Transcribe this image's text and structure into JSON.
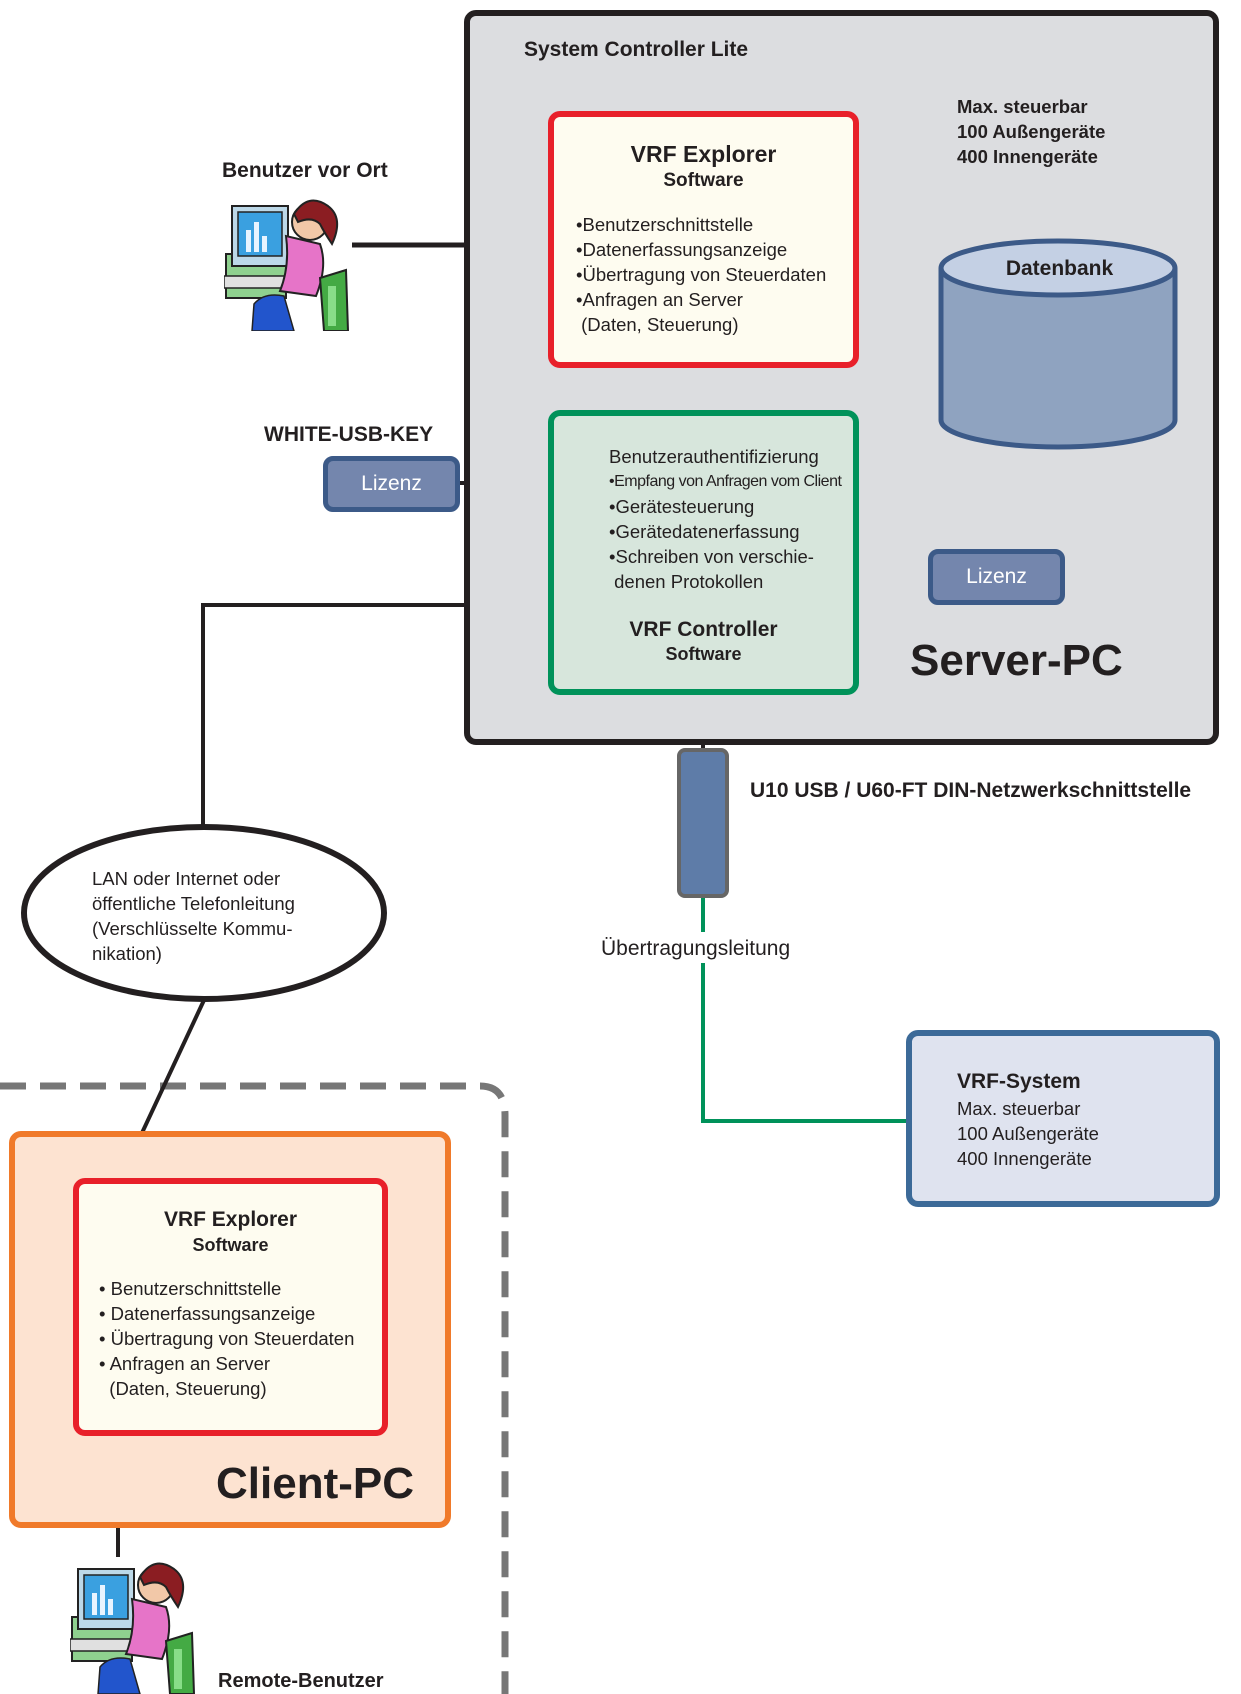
{
  "server_pc": {
    "system_label": "System Controller Lite",
    "max_lines": [
      "Max. steuerbar",
      "100 Außengeräte",
      "400 Innengeräte"
    ],
    "title": "Server-PC"
  },
  "explorer_server": {
    "title": "VRF Explorer",
    "subtitle": "Software",
    "items": [
      "•Benutzerschnittstelle",
      "•Datenerfassungsanzeige",
      "•Übertragung von Steuerdaten",
      "•Anfragen an Server",
      " (Daten, Steuerung)"
    ]
  },
  "database": {
    "label": "Datenbank"
  },
  "controller": {
    "items": [
      "Benutzerauthentifizierung",
      "•Empfang von Anfragen vom Client",
      "•Gerätesteuerung",
      "•Gerätedatenerfassung",
      "•Schreiben von verschie-",
      " denen Protokollen"
    ],
    "title": "VRF Controller",
    "subtitle": "Software"
  },
  "local_user": {
    "label": "Benutzer vor Ort"
  },
  "usb_key": {
    "label": "WHITE-USB-KEY",
    "license": "Lizenz"
  },
  "license_right": {
    "label": "Lizenz"
  },
  "interface": {
    "label": "U10 USB / U60-FT DIN-Netzwerkschnittstelle"
  },
  "transmission": {
    "label": "Übertragungsleitung"
  },
  "network": {
    "lines": [
      "LAN oder Internet oder",
      "öffentliche Telefonleitung",
      "(Verschlüsselte Kommu-",
      "nikation)"
    ]
  },
  "vrf_system": {
    "title": "VRF-System",
    "lines": [
      "Max. steuerbar",
      "100 Außengeräte",
      "400 Innengeräte"
    ]
  },
  "client_pc": {
    "title": "Client-PC",
    "explorer": {
      "title": "VRF Explorer",
      "subtitle": "Software",
      "items": [
        "• Benutzerschnittstelle",
        "• Datenerfassungsanzeige",
        "• Übertragung von Steuerdaten",
        "• Anfragen an Server",
        "  (Daten, Steuerung)"
      ]
    }
  },
  "remote_user": {
    "label": "Remote-Benutzer"
  },
  "colors": {
    "server_bg": "#dcdde0",
    "server_border": "#231f20",
    "explorer_border": "#e8202a",
    "explorer_bg": "#fefcf0",
    "controller_border": "#00925a",
    "controller_bg": "#d7e6dc",
    "db_fill": "#8fa3c0",
    "db_top": "#c4d0e4",
    "db_border": "#3c5a88",
    "license_fill": "#7486ad",
    "license_border": "#3c5a88",
    "interface_fill": "#5e7ca8",
    "green_line": "#00925a",
    "vrf_bg": "#dfe3ef",
    "vrf_border": "#3c6a98",
    "client_bg": "#fde3d1",
    "client_border": "#f07a2a",
    "dashed": "#777777"
  }
}
